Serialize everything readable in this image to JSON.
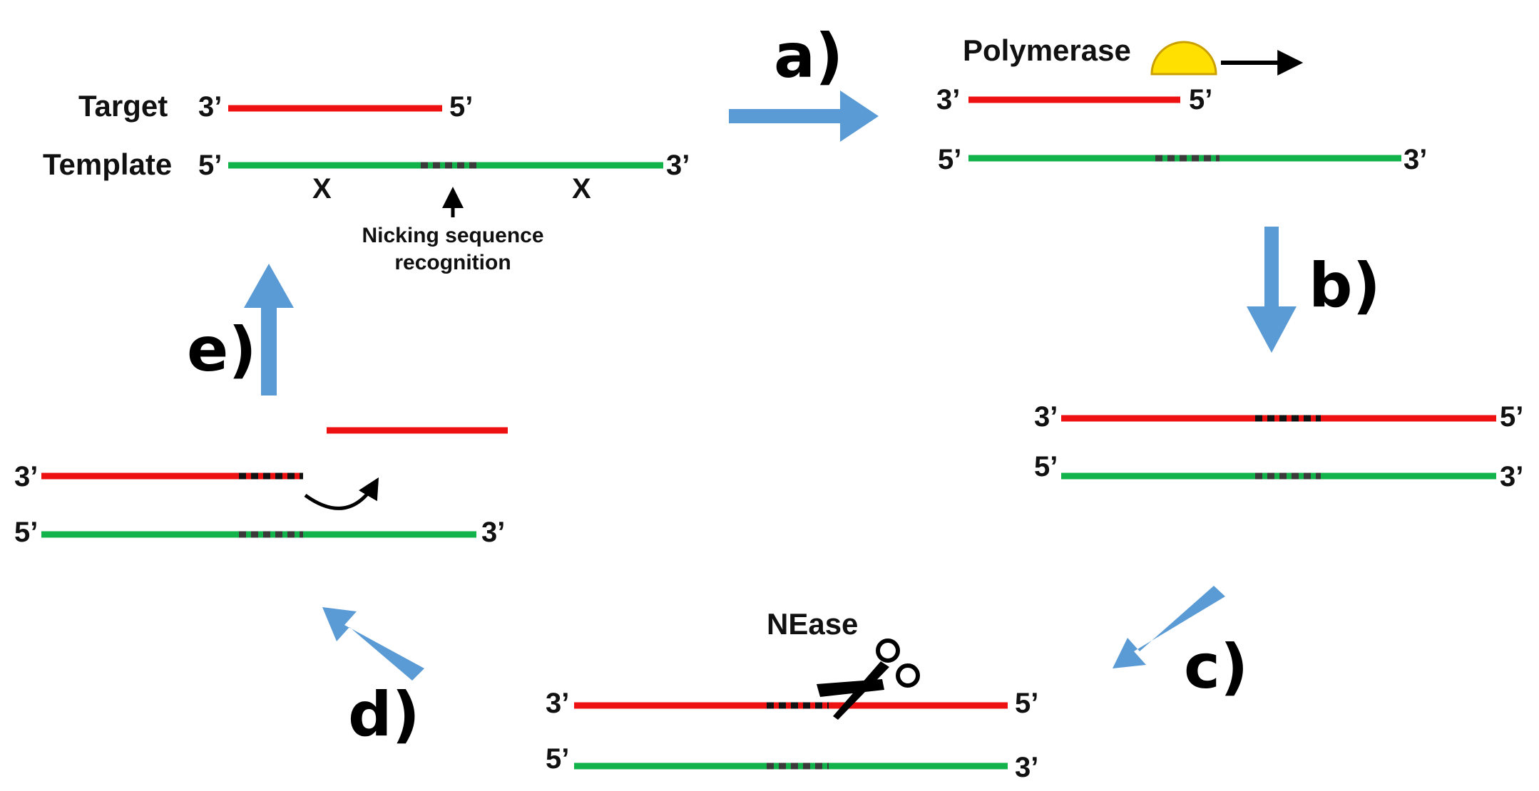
{
  "colors": {
    "target_strand": "#ee1111",
    "template_strand": "#11b34a",
    "nick_site": "#3a3a3a",
    "flow_arrow": "#5b9bd5",
    "polymerase": "#ffe000",
    "polymerase_outline": "#c9a000"
  },
  "labels": {
    "target": "Target",
    "template": "Template",
    "prime3": "3’",
    "prime5": "5’",
    "mismatch": "X",
    "nicking_recognition_line1": "Nicking sequence",
    "nicking_recognition_line2": "recognition",
    "polymerase": "Polymerase",
    "nease": "NEase"
  },
  "steps": {
    "a": "a)",
    "b": "b)",
    "c": "c)",
    "d": "d)",
    "e": "e)"
  },
  "icons": {
    "polymerase": "half-disc-icon",
    "scissors": "scissors-icon",
    "displacement": "curved-arrow-icon"
  }
}
